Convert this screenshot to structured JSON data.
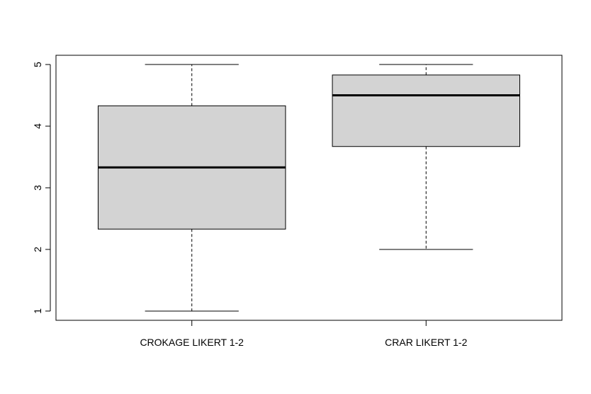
{
  "chart_data": {
    "type": "boxplot",
    "title": "",
    "xlabel": "",
    "ylabel": "",
    "ylim": [
      0.85,
      5.15
    ],
    "y_ticks": [
      "1",
      "2",
      "3",
      "4",
      "5"
    ],
    "grid": false,
    "categories": [
      "CROKAGE LIKERT 1-2",
      "CRAR LIKERT 1-2"
    ],
    "boxes": [
      {
        "label": "CROKAGE LIKERT 1-2",
        "min": 1,
        "q1": 2.33,
        "median": 3.33,
        "q3": 4.33,
        "max": 5
      },
      {
        "label": "CRAR LIKERT 1-2",
        "min": 2,
        "q1": 3.67,
        "median": 4.5,
        "q3": 4.83,
        "max": 5
      }
    ],
    "colors": {
      "box_fill": "#d3d3d3",
      "stroke": "#000000"
    }
  }
}
